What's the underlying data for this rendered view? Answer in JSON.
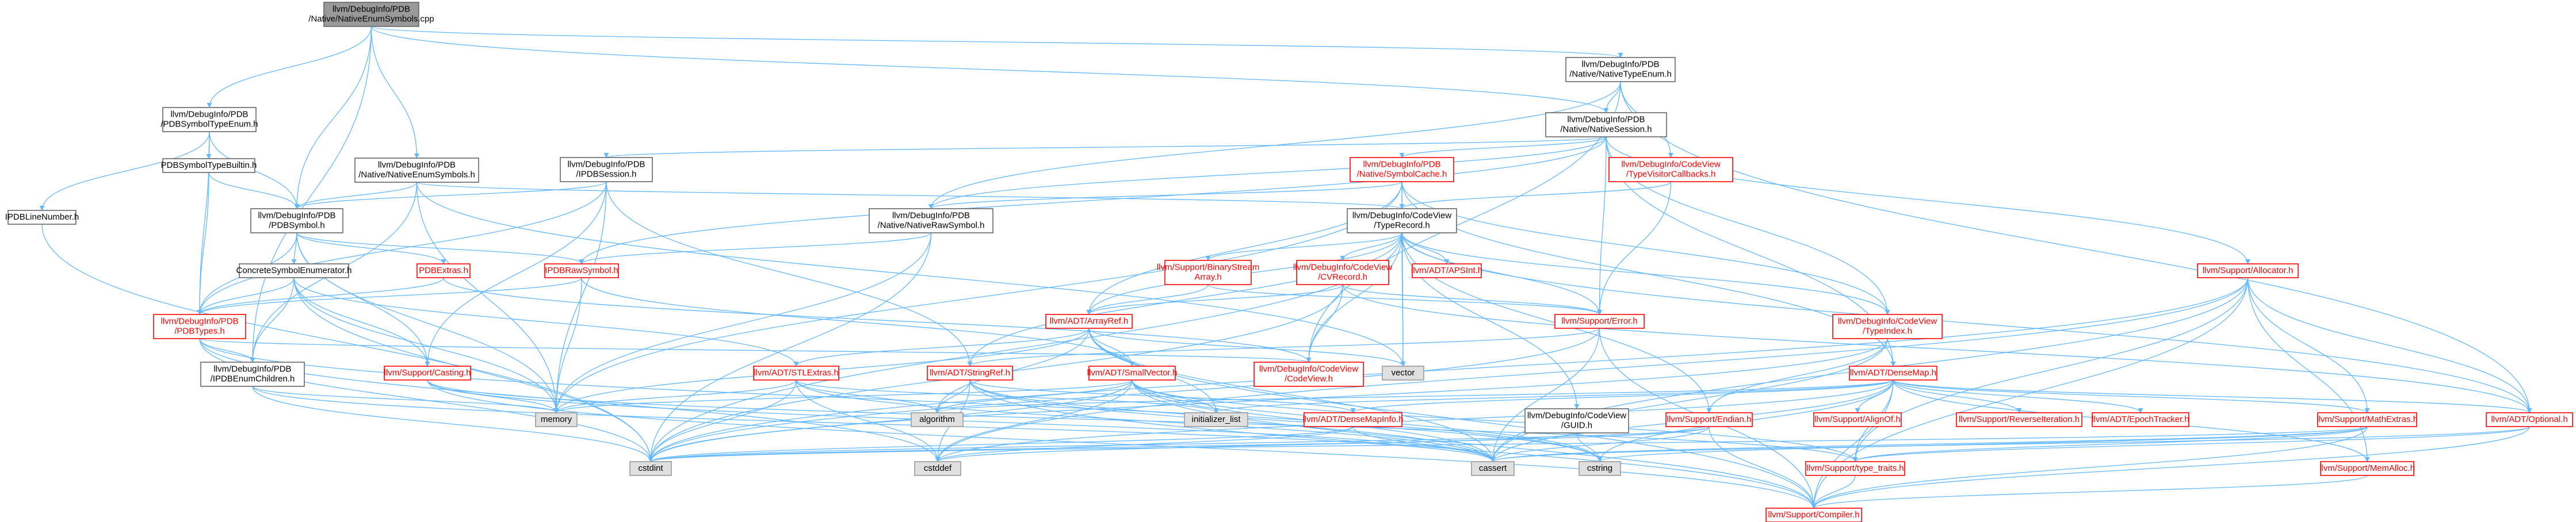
{
  "colors": {
    "root_fill": "#999999",
    "normal_fill": "#ffffff",
    "normal_stroke": "#666666",
    "incomplete_stroke": "#ff0000",
    "incomplete_text": "#ff0000",
    "system_fill": "#e0e0e0",
    "system_stroke": "#999999",
    "edge": "#63b8ff"
  },
  "nodes": [
    {
      "id": "root",
      "label": [
        "llvm/DebugInfo/PDB",
        "/Native/NativeEnumSymbols.cpp"
      ],
      "kind": "root"
    },
    {
      "id": "nte",
      "label": [
        "llvm/DebugInfo/PDB",
        "/Native/NativeTypeEnum.h"
      ],
      "kind": "normal"
    },
    {
      "id": "pste",
      "label": [
        "llvm/DebugInfo/PDB",
        "/PDBSymbolTypeEnum.h"
      ],
      "kind": "normal"
    },
    {
      "id": "nes",
      "label": [
        "llvm/DebugInfo/PDB",
        "/Native/NativeEnumSymbols.h"
      ],
      "kind": "normal"
    },
    {
      "id": "ns",
      "label": [
        "llvm/DebugInfo/PDB",
        "/Native/NativeSession.h"
      ],
      "kind": "normal"
    },
    {
      "id": "ipdbln",
      "label": [
        "IPDBLineNumber.h"
      ],
      "kind": "normal"
    },
    {
      "id": "pstb",
      "label": [
        "PDBSymbolTypeBuiltin.h"
      ],
      "kind": "normal"
    },
    {
      "id": "ipdbs",
      "label": [
        "llvm/DebugInfo/PDB",
        "/IPDBSession.h"
      ],
      "kind": "normal"
    },
    {
      "id": "psym",
      "label": [
        "llvm/DebugInfo/PDB",
        "/PDBSymbol.h"
      ],
      "kind": "normal"
    },
    {
      "id": "symcache",
      "label": [
        "llvm/DebugInfo/PDB",
        "/Native/SymbolCache.h"
      ],
      "kind": "incomplete"
    },
    {
      "id": "tvcb",
      "label": [
        "llvm/DebugInfo/CodeView",
        "/TypeVisitorCallbacks.h"
      ],
      "kind": "incomplete"
    },
    {
      "id": "nnrs",
      "label": [
        "llvm/DebugInfo/PDB",
        "/Native/NativeRawSymbol.h"
      ],
      "kind": "normal"
    },
    {
      "id": "typerec",
      "label": [
        "llvm/DebugInfo/CodeView",
        "/TypeRecord.h"
      ],
      "kind": "normal"
    },
    {
      "id": "cse",
      "label": [
        "ConcreteSymbolEnumerator.h"
      ],
      "kind": "normal"
    },
    {
      "id": "pdbextras",
      "label": [
        "PDBExtras.h"
      ],
      "kind": "incomplete"
    },
    {
      "id": "ipdbraw",
      "label": [
        "IPDBRawSymbol.h"
      ],
      "kind": "incomplete"
    },
    {
      "id": "bsa",
      "label": [
        "llvm/Support/BinaryStream",
        "Array.h"
      ],
      "kind": "incomplete"
    },
    {
      "id": "cvrec",
      "label": [
        "llvm/DebugInfo/CodeView",
        "/CVRecord.h"
      ],
      "kind": "incomplete"
    },
    {
      "id": "apsint",
      "label": [
        "llvm/ADT/APSInt.h"
      ],
      "kind": "incomplete"
    },
    {
      "id": "alloc",
      "label": [
        "llvm/Support/Allocator.h"
      ],
      "kind": "incomplete"
    },
    {
      "id": "pdbtypes",
      "label": [
        "llvm/DebugInfo/PDB",
        "/PDBTypes.h"
      ],
      "kind": "incomplete"
    },
    {
      "id": "arrayref",
      "label": [
        "llvm/ADT/ArrayRef.h"
      ],
      "kind": "incomplete"
    },
    {
      "id": "serror",
      "label": [
        "llvm/Support/Error.h"
      ],
      "kind": "incomplete"
    },
    {
      "id": "typeindex",
      "label": [
        "llvm/DebugInfo/CodeView",
        "/TypeIndex.h"
      ],
      "kind": "incomplete"
    },
    {
      "id": "ipdbec",
      "label": [
        "llvm/DebugInfo/PDB",
        "/IPDBEnumChildren.h"
      ],
      "kind": "normal"
    },
    {
      "id": "casting",
      "label": [
        "llvm/Support/Casting.h"
      ],
      "kind": "incomplete"
    },
    {
      "id": "stlextras",
      "label": [
        "llvm/ADT/STLExtras.h"
      ],
      "kind": "incomplete"
    },
    {
      "id": "stringref",
      "label": [
        "llvm/ADT/StringRef.h"
      ],
      "kind": "incomplete"
    },
    {
      "id": "smallvec",
      "label": [
        "llvm/ADT/SmallVector.h"
      ],
      "kind": "incomplete"
    },
    {
      "id": "codeview",
      "label": [
        "llvm/DebugInfo/CodeView",
        "/CodeView.h"
      ],
      "kind": "incomplete"
    },
    {
      "id": "vector",
      "label": [
        "vector"
      ],
      "kind": "system"
    },
    {
      "id": "densemap",
      "label": [
        "llvm/ADT/DenseMap.h"
      ],
      "kind": "incomplete"
    },
    {
      "id": "memory",
      "label": [
        "memory"
      ],
      "kind": "system"
    },
    {
      "id": "algorithm",
      "label": [
        "algorithm"
      ],
      "kind": "system"
    },
    {
      "id": "initlist",
      "label": [
        "initializer_list"
      ],
      "kind": "system"
    },
    {
      "id": "dmi",
      "label": [
        "llvm/ADT/DenseMapInfo.h"
      ],
      "kind": "incomplete"
    },
    {
      "id": "guid",
      "label": [
        "llvm/DebugInfo/CodeView",
        "/GUID.h"
      ],
      "kind": "normal"
    },
    {
      "id": "endian",
      "label": [
        "llvm/Support/Endian.h"
      ],
      "kind": "incomplete"
    },
    {
      "id": "alignof",
      "label": [
        "llvm/Support/AlignOf.h"
      ],
      "kind": "incomplete"
    },
    {
      "id": "revit",
      "label": [
        "llvm/Support/ReverseIteration.h"
      ],
      "kind": "incomplete"
    },
    {
      "id": "epoch",
      "label": [
        "llvm/ADT/EpochTracker.h"
      ],
      "kind": "incomplete"
    },
    {
      "id": "mathextras",
      "label": [
        "llvm/Support/MathExtras.h"
      ],
      "kind": "incomplete"
    },
    {
      "id": "optional",
      "label": [
        "llvm/ADT/Optional.h"
      ],
      "kind": "incomplete"
    },
    {
      "id": "cstdint",
      "label": [
        "cstdint"
      ],
      "kind": "system"
    },
    {
      "id": "cstddef",
      "label": [
        "cstddef"
      ],
      "kind": "system"
    },
    {
      "id": "cassert",
      "label": [
        "cassert"
      ],
      "kind": "system"
    },
    {
      "id": "cstring",
      "label": [
        "cstring"
      ],
      "kind": "system"
    },
    {
      "id": "typetraits",
      "label": [
        "llvm/Support/type_traits.h"
      ],
      "kind": "incomplete"
    },
    {
      "id": "memalloc",
      "label": [
        "llvm/Support/MemAlloc.h"
      ],
      "kind": "incomplete"
    },
    {
      "id": "compiler",
      "label": [
        "llvm/Support/Compiler.h"
      ],
      "kind": "incomplete"
    }
  ],
  "edges": [
    [
      "root",
      "nte"
    ],
    [
      "root",
      "pste"
    ],
    [
      "root",
      "nes"
    ],
    [
      "root",
      "ns"
    ],
    [
      "root",
      "psym"
    ],
    [
      "root",
      "ipdbec"
    ],
    [
      "nte",
      "ns"
    ],
    [
      "nte",
      "tvcb"
    ],
    [
      "nte",
      "nnrs"
    ],
    [
      "nte",
      "optional"
    ],
    [
      "nte",
      "codeview"
    ],
    [
      "pste",
      "ipdbln"
    ],
    [
      "pste",
      "pstb"
    ],
    [
      "pste",
      "psym"
    ],
    [
      "pste",
      "pdbtypes"
    ],
    [
      "pstb",
      "psym"
    ],
    [
      "pstb",
      "pdbtypes"
    ],
    [
      "ipdbln",
      "cstdint"
    ],
    [
      "nes",
      "psym"
    ],
    [
      "nes",
      "typerec"
    ],
    [
      "nes",
      "ipdbec"
    ],
    [
      "nes",
      "memory"
    ],
    [
      "nes",
      "vector"
    ],
    [
      "ns",
      "ipdbs"
    ],
    [
      "ns",
      "symcache"
    ],
    [
      "ns",
      "nnrs"
    ],
    [
      "ns",
      "ipdbraw"
    ],
    [
      "ns",
      "alloc"
    ],
    [
      "ns",
      "serror"
    ],
    [
      "ns",
      "densemap"
    ],
    [
      "ns",
      "typeindex"
    ],
    [
      "ipdbs",
      "psym"
    ],
    [
      "ipdbs",
      "pdbtypes"
    ],
    [
      "ipdbs",
      "memory"
    ],
    [
      "ipdbs",
      "casting"
    ],
    [
      "ipdbs",
      "stringref"
    ],
    [
      "psym",
      "cse"
    ],
    [
      "psym",
      "pdbextras"
    ],
    [
      "psym",
      "ipdbraw"
    ],
    [
      "psym",
      "pdbtypes"
    ],
    [
      "psym",
      "casting"
    ],
    [
      "psym",
      "memory"
    ],
    [
      "symcache",
      "typerec"
    ],
    [
      "symcache",
      "nnrs"
    ],
    [
      "symcache",
      "typeindex"
    ],
    [
      "symcache",
      "densemap"
    ],
    [
      "symcache",
      "arrayref"
    ],
    [
      "symcache",
      "memory"
    ],
    [
      "symcache",
      "vector"
    ],
    [
      "tvcb",
      "typerec"
    ],
    [
      "tvcb",
      "serror"
    ],
    [
      "nnrs",
      "ipdbraw"
    ],
    [
      "nnrs",
      "cstdint"
    ],
    [
      "nnrs",
      "memory"
    ],
    [
      "typerec",
      "bsa"
    ],
    [
      "typerec",
      "cvrec"
    ],
    [
      "typerec",
      "apsint"
    ],
    [
      "typerec",
      "arrayref"
    ],
    [
      "typerec",
      "stringref"
    ],
    [
      "typerec",
      "codeview"
    ],
    [
      "typerec",
      "guid"
    ],
    [
      "typerec",
      "typeindex"
    ],
    [
      "typerec",
      "optional"
    ],
    [
      "typerec",
      "serror"
    ],
    [
      "typerec",
      "endian"
    ],
    [
      "typerec",
      "cstdint"
    ],
    [
      "typerec",
      "vector"
    ],
    [
      "cse",
      "pdbtypes"
    ],
    [
      "cse",
      "ipdbec"
    ],
    [
      "cse",
      "casting"
    ],
    [
      "cse",
      "memory"
    ],
    [
      "cse",
      "cstdint"
    ],
    [
      "cse",
      "stlextras"
    ],
    [
      "pdbextras",
      "pdbtypes"
    ],
    [
      "pdbextras",
      "codeview"
    ],
    [
      "pdbextras",
      "unordered"
    ],
    [
      "ipdbraw",
      "pdbtypes"
    ],
    [
      "ipdbraw",
      "smallvec"
    ],
    [
      "ipdbraw",
      "memory"
    ],
    [
      "bsa",
      "arrayref"
    ],
    [
      "bsa",
      "serror"
    ],
    [
      "cvrec",
      "arrayref"
    ],
    [
      "cvrec",
      "serror"
    ],
    [
      "cvrec",
      "codeview"
    ],
    [
      "cvrec",
      "cstdint"
    ],
    [
      "cvrec",
      "optional"
    ],
    [
      "pdbtypes",
      "ipdbec"
    ],
    [
      "pdbtypes",
      "codeview"
    ],
    [
      "pdbtypes",
      "cstddef"
    ],
    [
      "pdbtypes",
      "cstdint"
    ],
    [
      "pdbtypes",
      "cstring"
    ],
    [
      "arrayref",
      "stlextras"
    ],
    [
      "arrayref",
      "smallvec"
    ],
    [
      "arrayref",
      "algorithm"
    ],
    [
      "arrayref",
      "memory"
    ],
    [
      "arrayref",
      "initlist"
    ],
    [
      "arrayref",
      "cassert"
    ],
    [
      "arrayref",
      "compiler"
    ],
    [
      "arrayref",
      "vector"
    ],
    [
      "serror",
      "cassert"
    ],
    [
      "serror",
      "compiler"
    ],
    [
      "serror",
      "stringref"
    ],
    [
      "serror",
      "cstdint"
    ],
    [
      "typeindex",
      "endian"
    ],
    [
      "typeindex",
      "cassert"
    ],
    [
      "typeindex",
      "cstdint"
    ],
    [
      "ipdbec",
      "cassert"
    ],
    [
      "ipdbec",
      "cstdint"
    ],
    [
      "ipdbec",
      "memory"
    ],
    [
      "casting",
      "cassert"
    ],
    [
      "casting",
      "memory"
    ],
    [
      "casting",
      "typetraits"
    ],
    [
      "casting",
      "compiler"
    ],
    [
      "stlextras",
      "algorithm"
    ],
    [
      "stlextras",
      "cassert"
    ],
    [
      "stlextras",
      "cstddef"
    ],
    [
      "stlextras",
      "cstdint"
    ],
    [
      "stlextras",
      "memory"
    ],
    [
      "stlextras",
      "initlist"
    ],
    [
      "stringref",
      "algorithm"
    ],
    [
      "stringref",
      "cassert"
    ],
    [
      "stringref",
      "cstddef"
    ],
    [
      "stringref",
      "cstring"
    ],
    [
      "stringref",
      "compiler"
    ],
    [
      "stringref",
      "dmi"
    ],
    [
      "smallvec",
      "algorithm"
    ],
    [
      "smallvec",
      "cassert"
    ],
    [
      "smallvec",
      "cstddef"
    ],
    [
      "smallvec",
      "cstdint"
    ],
    [
      "smallvec",
      "cstring"
    ],
    [
      "smallvec",
      "initlist"
    ],
    [
      "smallvec",
      "memory"
    ],
    [
      "smallvec",
      "compiler"
    ],
    [
      "smallvec",
      "typetraits"
    ],
    [
      "densemap",
      "dmi"
    ],
    [
      "densemap",
      "epoch"
    ],
    [
      "densemap",
      "alignof"
    ],
    [
      "densemap",
      "compiler"
    ],
    [
      "densemap",
      "mathextras"
    ],
    [
      "densemap",
      "memalloc"
    ],
    [
      "densemap",
      "revit"
    ],
    [
      "densemap",
      "typetraits"
    ],
    [
      "densemap",
      "algorithm"
    ],
    [
      "densemap",
      "cassert"
    ],
    [
      "densemap",
      "cstddef"
    ],
    [
      "densemap",
      "cstring"
    ],
    [
      "densemap",
      "initlist"
    ],
    [
      "densemap",
      "optional"
    ],
    [
      "dmi",
      "cassert"
    ],
    [
      "dmi",
      "cstddef"
    ],
    [
      "dmi",
      "cstdint"
    ],
    [
      "guid",
      "cstdint"
    ],
    [
      "guid",
      "cstring"
    ],
    [
      "endian",
      "compiler"
    ],
    [
      "endian",
      "cassert"
    ],
    [
      "endian",
      "cstddef"
    ],
    [
      "endian",
      "cstdint"
    ],
    [
      "mathextras",
      "compiler"
    ],
    [
      "mathextras",
      "cassert"
    ],
    [
      "mathextras",
      "cstdint"
    ],
    [
      "mathextras",
      "cstring"
    ],
    [
      "mathextras",
      "typetraits"
    ],
    [
      "alloc",
      "compiler"
    ],
    [
      "alloc",
      "mathextras"
    ],
    [
      "alloc",
      "memalloc"
    ],
    [
      "alloc",
      "cassert"
    ],
    [
      "alloc",
      "cstddef"
    ],
    [
      "alloc",
      "cstdint"
    ],
    [
      "alloc",
      "optional"
    ],
    [
      "alloc",
      "typetraits"
    ],
    [
      "optional",
      "compiler"
    ],
    [
      "optional",
      "typetraits"
    ],
    [
      "optional",
      "cassert"
    ],
    [
      "typetraits",
      "compiler"
    ],
    [
      "memalloc",
      "compiler"
    ]
  ]
}
